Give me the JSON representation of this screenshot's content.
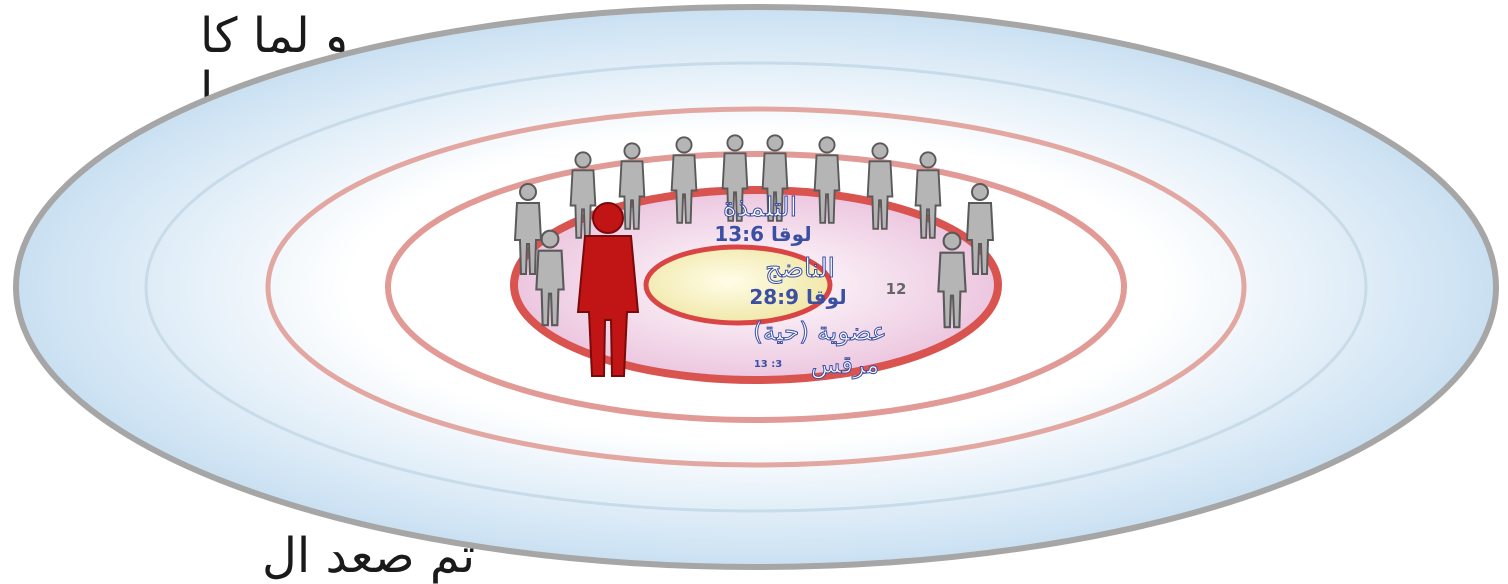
{
  "background_text": {
    "line1": "و لما كا",
    "line2": "و ا",
    "line3": "ثم صعد ال"
  },
  "rings": {
    "outer_title": "التلمذة",
    "outer_ref": "لوقا 13:6",
    "middle_number": "12",
    "middle_title": "الناضج",
    "middle_ref": "لوقا 28:9",
    "inner_title": "عضوية (حية)",
    "inner_ref_word": "مرقس",
    "inner_ref_num": "13 :3"
  },
  "colors": {
    "ring_red": "#d9534f",
    "ring_pale": "#e8a5a0",
    "disc_pink": "#f3d9ea",
    "center_yellow": "#f4efb8",
    "label_blue": "#3b4fa3",
    "figure_red": "#c11414",
    "figure_gray": "#b9b9b9",
    "outer_blue": "#cfe3f3"
  }
}
